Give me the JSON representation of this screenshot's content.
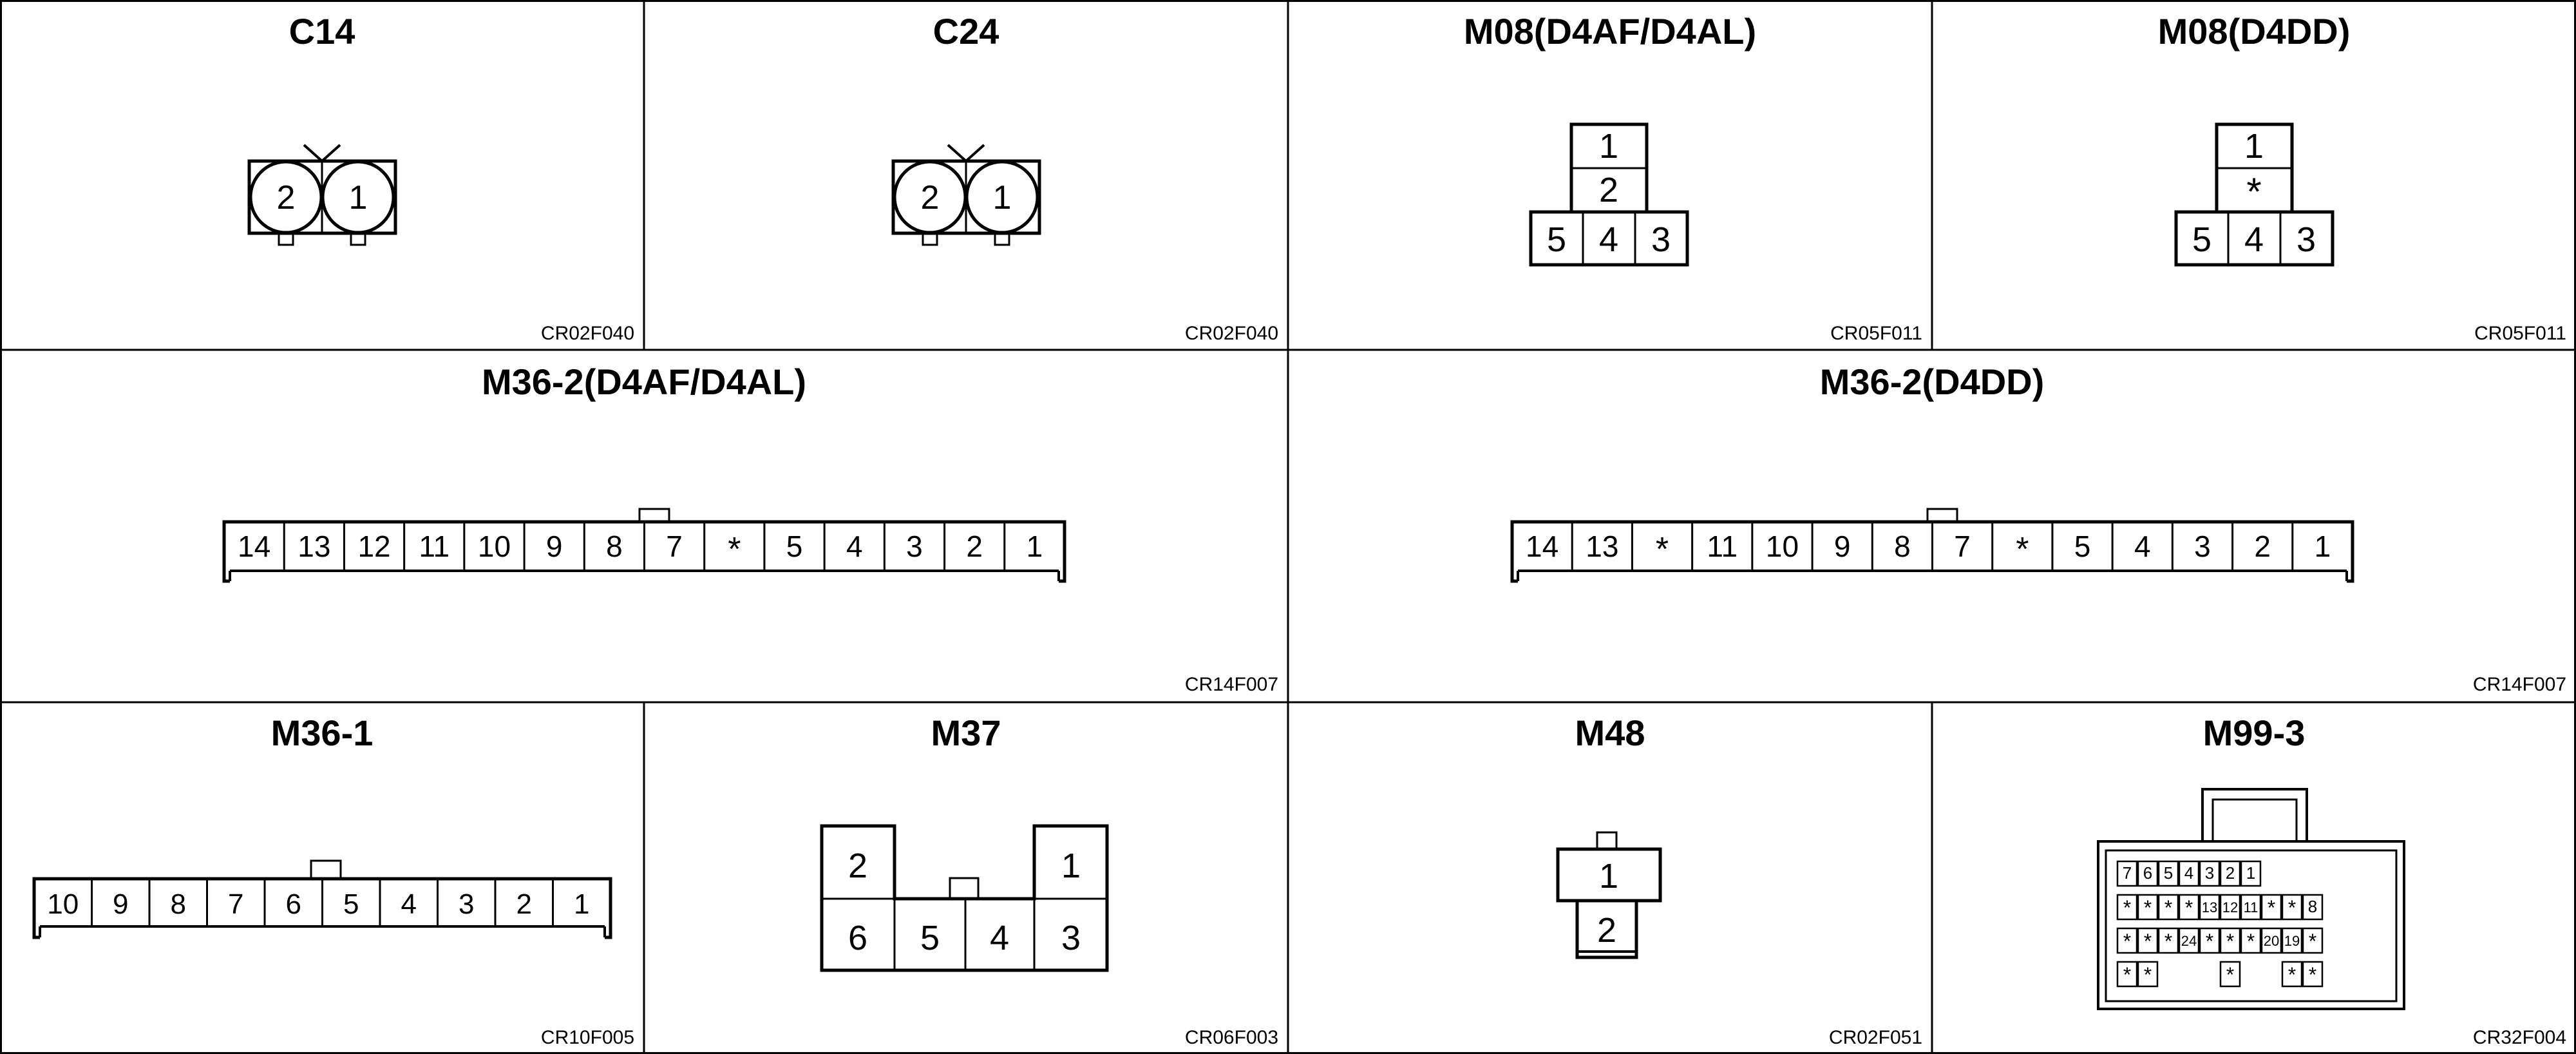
{
  "panels": {
    "c14": {
      "title": "C14",
      "code": "CR02F040",
      "pins": [
        "2",
        "1"
      ]
    },
    "c24": {
      "title": "C24",
      "code": "CR02F040",
      "pins": [
        "2",
        "1"
      ]
    },
    "m08a": {
      "title": "M08(D4AF/D4AL)",
      "code": "CR05F011",
      "top": "1",
      "mid": "2",
      "bottom": [
        "5",
        "4",
        "3"
      ]
    },
    "m08b": {
      "title": "M08(D4DD)",
      "code": "CR05F011",
      "top": "1",
      "mid": "*",
      "bottom": [
        "5",
        "4",
        "3"
      ]
    },
    "m362a": {
      "title": "M36-2(D4AF/D4AL)",
      "code": "CR14F007",
      "pins": [
        "14",
        "13",
        "12",
        "11",
        "10",
        "9",
        "8",
        "7",
        "*",
        "5",
        "4",
        "3",
        "2",
        "1"
      ]
    },
    "m362b": {
      "title": "M36-2(D4DD)",
      "code": "CR14F007",
      "pins": [
        "14",
        "13",
        "*",
        "11",
        "10",
        "9",
        "8",
        "7",
        "*",
        "5",
        "4",
        "3",
        "2",
        "1"
      ]
    },
    "m361": {
      "title": "M36-1",
      "code": "CR10F005",
      "pins": [
        "10",
        "9",
        "8",
        "7",
        "6",
        "5",
        "4",
        "3",
        "2",
        "1"
      ]
    },
    "m37": {
      "title": "M37",
      "code": "CR06F003",
      "topLeft": "2",
      "topRight": "1",
      "bottom": [
        "6",
        "5",
        "4",
        "3"
      ]
    },
    "m48": {
      "title": "M48",
      "code": "CR02F051",
      "pins": [
        "1",
        "2"
      ]
    },
    "m993": {
      "title": "M99-3",
      "code": "CR32F004",
      "rows": [
        [
          "7",
          "6",
          "5",
          "4",
          "3",
          "2",
          "1"
        ],
        [
          "*",
          "*",
          "*",
          "*",
          "13",
          "12",
          "11",
          "*",
          "*",
          "8"
        ],
        [
          "*",
          "*",
          "*",
          "24",
          "*",
          "*",
          "*",
          "20",
          "19",
          "*"
        ],
        [
          "*",
          "*",
          "",
          "",
          "",
          "*",
          "",
          "",
          "*",
          "*"
        ]
      ]
    }
  }
}
